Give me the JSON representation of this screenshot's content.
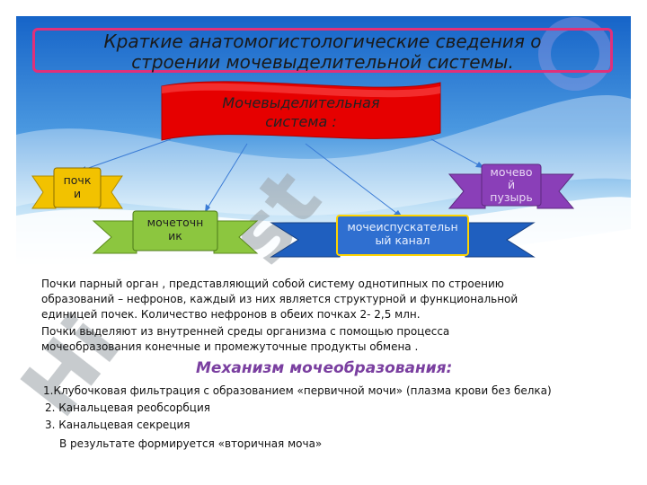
{
  "slide": {
    "title_lines": [
      "Краткие анатомогистологические  сведения о",
      "строении мочевыделительной системы."
    ],
    "main_banner_lines": [
      "Мочевыделительная",
      "система :"
    ],
    "organs": [
      {
        "lines": [
          "почк",
          "и"
        ],
        "color": "#f2c200"
      },
      {
        "lines": [
          "мочеточн",
          "ик"
        ],
        "color": "#8cc63f"
      },
      {
        "lines": [
          "мочеиспускательн",
          "ый канал"
        ],
        "color": "#1f5fbf"
      },
      {
        "lines": [
          "мочево",
          "й",
          "пузырь"
        ],
        "color": "#8a3fb8"
      }
    ],
    "paragraphs": [
      "Почки парный орган , представляющий собой систему однотипных   по  строению",
      "образований – нефронов, каждый из них является структурной  и функциональной",
      "единицей почек. Количество  нефронов в обеих почках  2- 2,5  млн.",
      "Почки  выделяют  из внутренней  среды  организма  с  помощью  процесса",
      "мочеобразования  конечные и промежуточные продукты  обмена ."
    ],
    "mechanism_title": "Механизм   мочеобразования:",
    "mechanism_items": [
      "1.Клубочковая  фильтрация  с  образованием «первичной мочи» (плазма крови без  белка)",
      "2. Канальцевая  реобсорбция",
      "3. Канальцевая  секреция",
      "В  результате  формируется   «вторичная  моча»"
    ],
    "watermark": "Hi...st"
  },
  "colors": {
    "sky_top": "#1c6fd1",
    "sky_light": "#b9dcf5",
    "title_border": "#e0307a",
    "main_banner": "#e60000",
    "mechanism_title": "#7a3fa0"
  }
}
